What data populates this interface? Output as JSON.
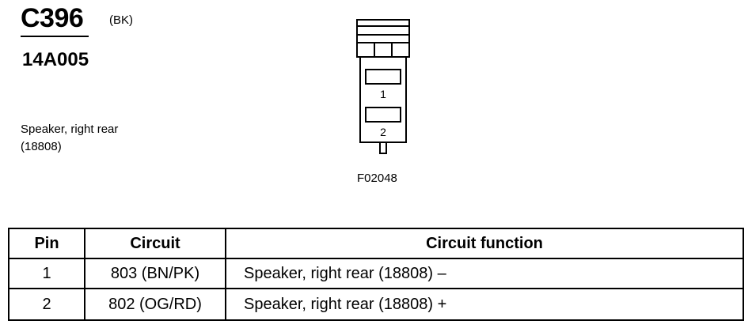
{
  "header": {
    "connector_id": "C396",
    "connector_color": "(BK)",
    "part_number": "14A005",
    "component_name_line1": "Speaker, right rear",
    "component_name_line2": "(18808)"
  },
  "figure": {
    "id": "F02048",
    "pin_labels": [
      "1",
      "2"
    ]
  },
  "table": {
    "headers": [
      "Pin",
      "Circuit",
      "Circuit function"
    ],
    "rows": [
      {
        "pin": "1",
        "circuit": "803 (BN/PK)",
        "function": "Speaker, right rear (18808) –"
      },
      {
        "pin": "2",
        "circuit": "802 (OG/RD)",
        "function": "Speaker, right rear (18808) +"
      }
    ]
  }
}
